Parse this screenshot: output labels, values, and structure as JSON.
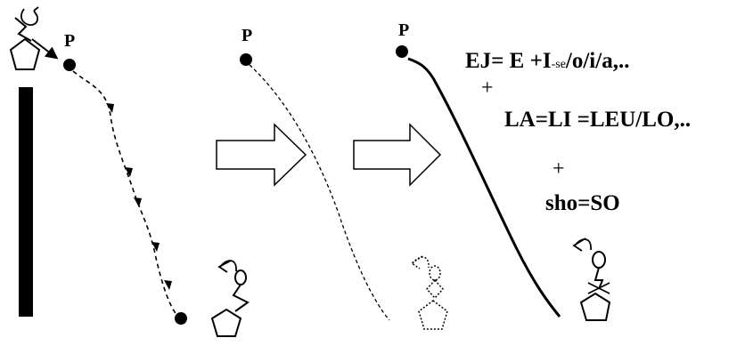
{
  "labels": {
    "p1": "P",
    "p2": "P",
    "p3": "P"
  },
  "equations": {
    "line1_prefix": "EJ= E +I",
    "line1_sub": "-se",
    "line1_suffix": "/o/i/a,..",
    "plus1": "+",
    "line2": "LA=LI =LEU/LO,..",
    "plus2": "+",
    "line3": "sho=SO"
  },
  "icons": [
    "molecule-icon",
    "arrow-right-icon",
    "curved-arrow-icon",
    "cyclopentane-icon"
  ],
  "colors": {
    "stroke": "#000000",
    "background": "#ffffff"
  }
}
